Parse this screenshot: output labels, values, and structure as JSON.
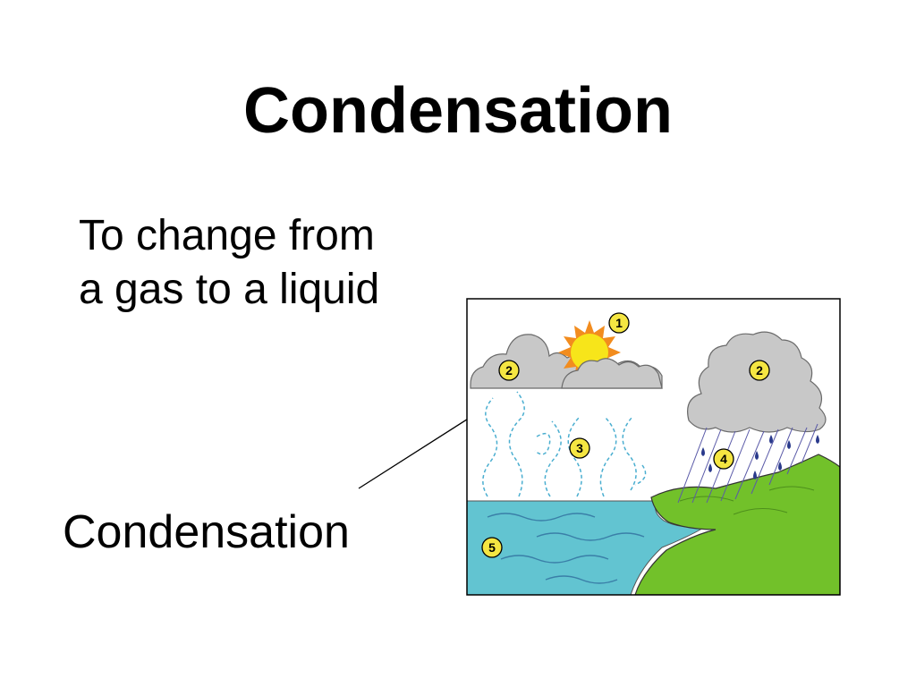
{
  "slide": {
    "title": "Condensation",
    "definition_lines": [
      "To change from",
      "a gas to a liquid"
    ],
    "callout_label": "Condensation"
  },
  "diagram": {
    "markers": [
      {
        "id": "sun",
        "label": "1"
      },
      {
        "id": "left-cloud",
        "label": "2"
      },
      {
        "id": "storm-cloud",
        "label": "2"
      },
      {
        "id": "evaporation",
        "label": "3"
      },
      {
        "id": "rain",
        "label": "4"
      },
      {
        "id": "water",
        "label": "5"
      }
    ],
    "colors": {
      "water": "#62c4d1",
      "land": "#72c12a",
      "cloud": "#c8c8c8",
      "sun": "#f7e51a",
      "sun_rays": "#f28c1e",
      "marker_fill": "#f5e642",
      "vapor": "#4aaed0",
      "rain_drop": "#2a3a8c"
    }
  }
}
